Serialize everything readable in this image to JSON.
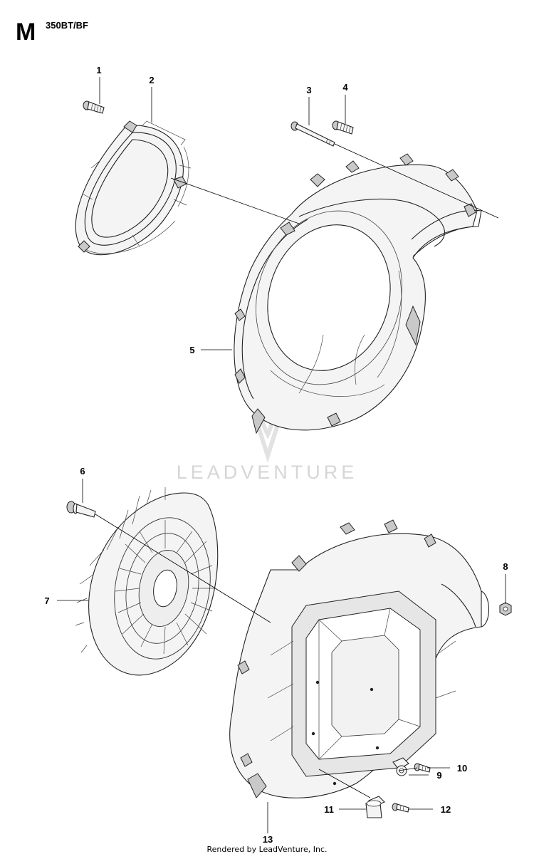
{
  "header": {
    "section": "M",
    "model": "350BT/BF"
  },
  "watermark": "LEADVENTURE",
  "footer": "Rendered by LeadVenture, Inc.",
  "callouts": [
    "1",
    "2",
    "3",
    "4",
    "5",
    "6",
    "7",
    "8",
    "9",
    "10",
    "11",
    "12",
    "13"
  ]
}
